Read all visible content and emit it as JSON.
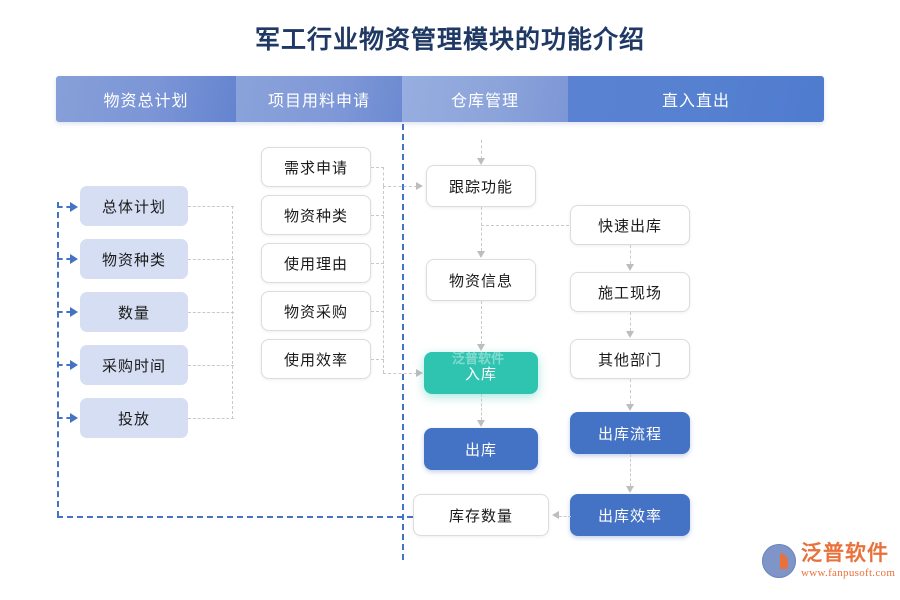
{
  "page": {
    "title": "军工行业物资管理模块的功能介绍"
  },
  "header": {
    "columns": [
      {
        "label": "物资总计划"
      },
      {
        "label": "项目用料申请"
      },
      {
        "label": "仓库管理"
      },
      {
        "label": "直入直出"
      }
    ]
  },
  "columns": {
    "plan": {
      "nodes": [
        {
          "label": "总体计划"
        },
        {
          "label": "物资种类"
        },
        {
          "label": "数量"
        },
        {
          "label": "采购时间"
        },
        {
          "label": "投放"
        }
      ]
    },
    "request": {
      "nodes": [
        {
          "label": "需求申请"
        },
        {
          "label": "物资种类"
        },
        {
          "label": "使用理由"
        },
        {
          "label": "物资采购"
        },
        {
          "label": "使用效率"
        }
      ]
    },
    "warehouse": {
      "nodes": [
        {
          "label": "跟踪功能"
        },
        {
          "label": "物资信息"
        },
        {
          "label": "入库"
        },
        {
          "label": "出库"
        },
        {
          "label": "库存数量"
        }
      ]
    },
    "direct": {
      "nodes": [
        {
          "label": "快速出库"
        },
        {
          "label": "施工现场"
        },
        {
          "label": "其他部门"
        },
        {
          "label": "出库流程"
        },
        {
          "label": "出库效率"
        }
      ]
    }
  },
  "watermark": {
    "center_text": "泛普软件",
    "brand_cn": "泛普软件",
    "brand_url": "www.fanpusoft.com"
  },
  "colors": {
    "title": "#1f3864",
    "header_light": "#8ba3da",
    "header_dark": "#4f7bd0",
    "lavender_node": "#d5def2",
    "blue_node": "#4472c4",
    "teal_node": "#2ec4b0",
    "gray_connector": "#c9c9c9",
    "blue_connector": "#4472c4",
    "brand_orange": "#e9713b"
  }
}
